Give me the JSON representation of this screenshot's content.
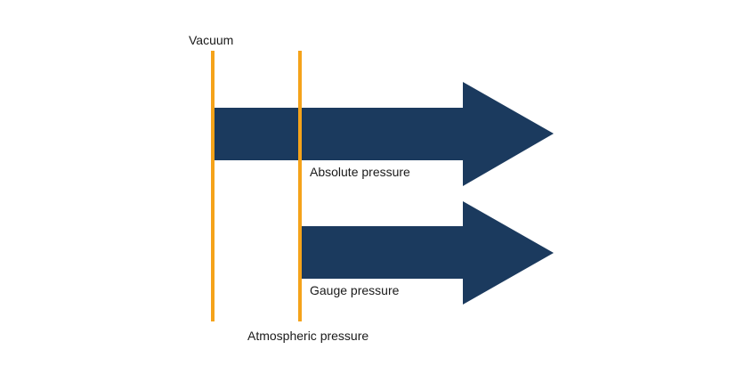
{
  "diagram": {
    "labels": {
      "vacuum": "Vacuum",
      "absolute_pressure": "Absolute pressure",
      "gauge_pressure": "Gauge pressure",
      "atmospheric_pressure": "Atmospheric pressure"
    },
    "colors": {
      "arrow": "#1b3a5e",
      "reference_line": "#f5a31a",
      "text": "#1a1a1a",
      "background": "#ffffff"
    }
  }
}
